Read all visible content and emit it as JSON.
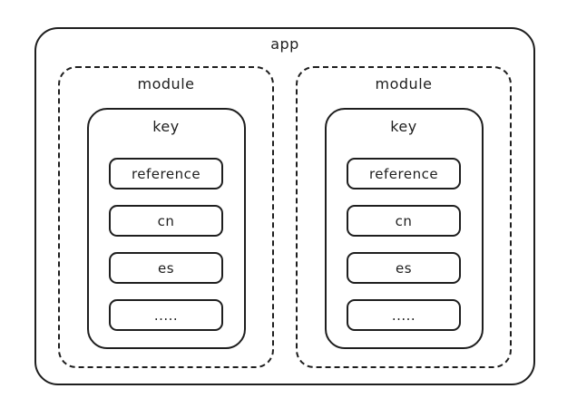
{
  "diagram": {
    "app_label": "app",
    "modules": [
      {
        "label": "module",
        "key": {
          "label": "key",
          "items": [
            "reference",
            "cn",
            "es",
            "....."
          ]
        }
      },
      {
        "label": "module",
        "key": {
          "label": "key",
          "items": [
            "reference",
            "cn",
            "es",
            "....."
          ]
        }
      }
    ]
  }
}
